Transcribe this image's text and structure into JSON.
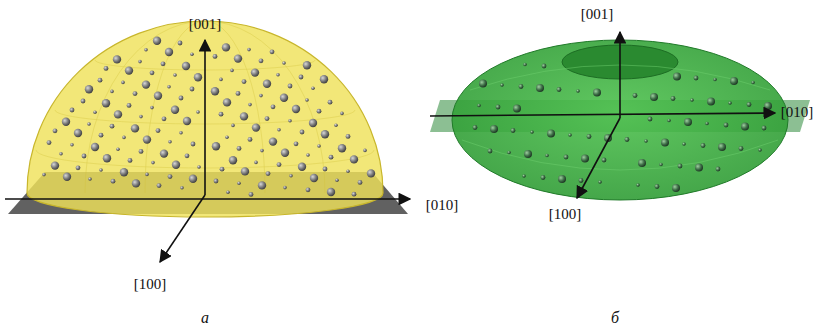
{
  "diagram": {
    "labels": [
      "[001]",
      "[010]",
      "[100]",
      "а",
      "[001]",
      "[010]",
      "[100]",
      "б"
    ]
  }
}
